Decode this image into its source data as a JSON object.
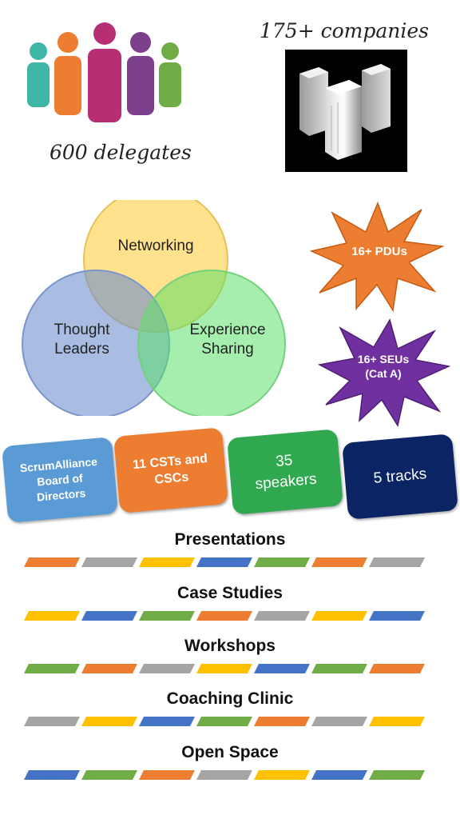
{
  "stats": {
    "delegates": "600 delegates",
    "companies": "175+ companies"
  },
  "venn": {
    "top": "Networking",
    "left": [
      "Thought",
      "Leaders"
    ],
    "right": [
      "Experience",
      "Sharing"
    ]
  },
  "badges": {
    "pdus": "16+ PDUs",
    "seus": [
      "16+ SEUs",
      "(Cat A)"
    ]
  },
  "tiles": [
    {
      "lines": [
        "ScrumAlliance",
        "Board of",
        "Directors"
      ],
      "color": "#5b9bd5"
    },
    {
      "lines": [
        "11 CSTs and",
        "CSCs"
      ],
      "color": "#ed7d31"
    },
    {
      "lines": [
        "35",
        "speakers"
      ],
      "color": "#2fa84f"
    },
    {
      "lines": [
        "5 tracks"
      ],
      "color": "#0b2463"
    }
  ],
  "sections": [
    "Presentations",
    "Case Studies",
    "Workshops",
    "Coaching Clinic",
    "Open Space"
  ],
  "stripe_colors": {
    "orange": "#ed7d31",
    "gray": "#a5a5a5",
    "yellow": "#ffc000",
    "blue": "#4472c4",
    "green": "#70ad47"
  }
}
